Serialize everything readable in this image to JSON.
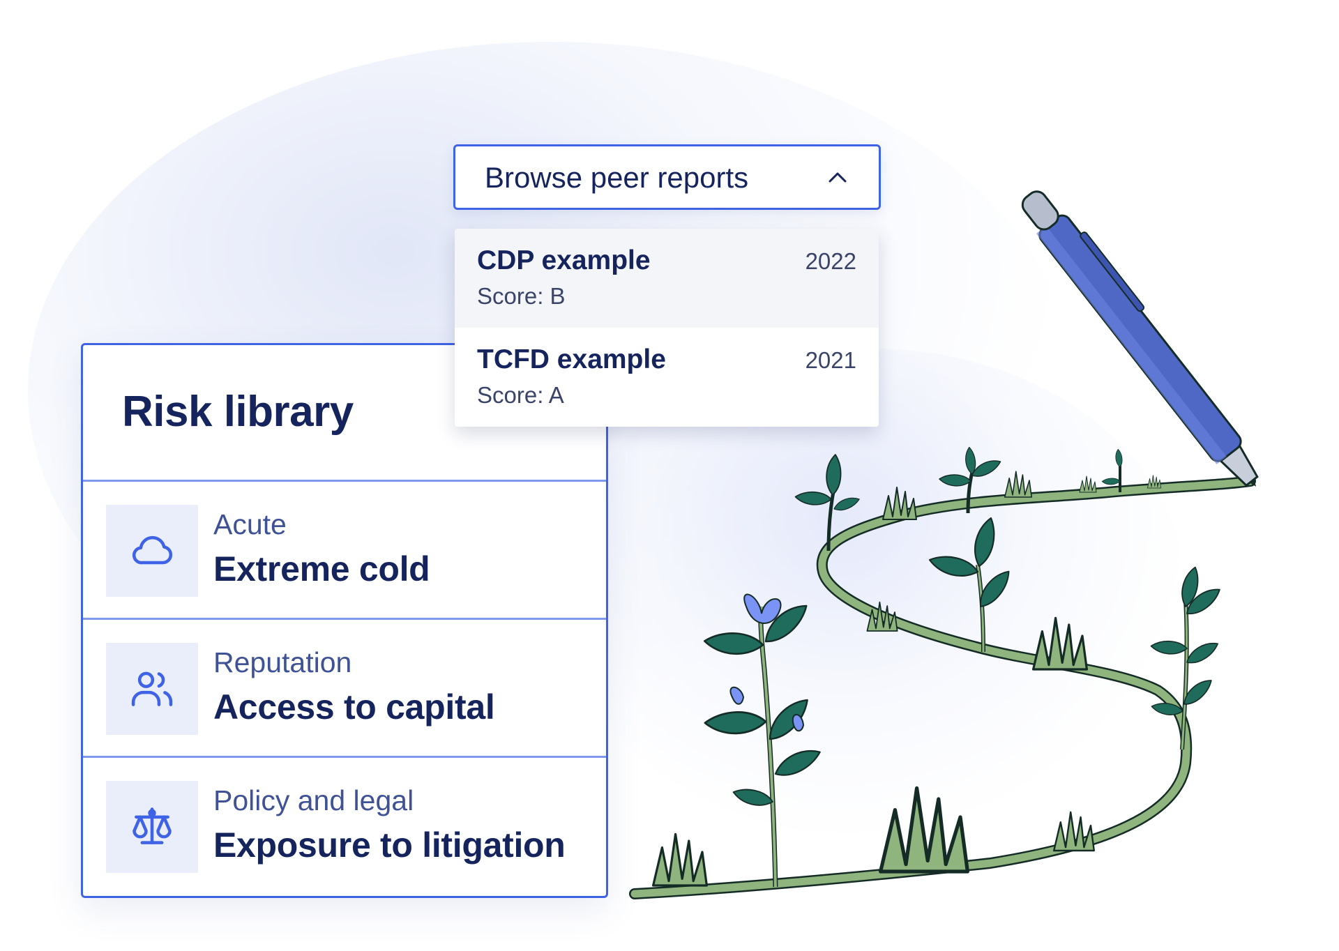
{
  "risk_library": {
    "title": "Risk library",
    "items": [
      {
        "category": "Acute",
        "name": "Extreme cold",
        "icon": "cloud-icon"
      },
      {
        "category": "Reputation",
        "name": "Access to capital",
        "icon": "users-icon"
      },
      {
        "category": "Policy and legal",
        "name": "Exposure to litigation",
        "icon": "scale-icon"
      }
    ]
  },
  "peer_reports": {
    "label": "Browse peer reports",
    "expanded": true,
    "options": [
      {
        "title": "CDP example",
        "score": "Score: B",
        "year": "2022",
        "highlighted": true
      },
      {
        "title": "TCFD example",
        "score": "Score: A",
        "year": "2021",
        "highlighted": false
      }
    ]
  },
  "colors": {
    "accent": "#3f63e6",
    "divider": "#7f99ef",
    "heading_text": "#16245e",
    "icon_tile": "#eaeefb",
    "leaf_dark": "#1f6b5c",
    "stem_light": "#8fb47d",
    "flower_blue": "#7b93f5",
    "pen_blue": "#4f68c6"
  }
}
